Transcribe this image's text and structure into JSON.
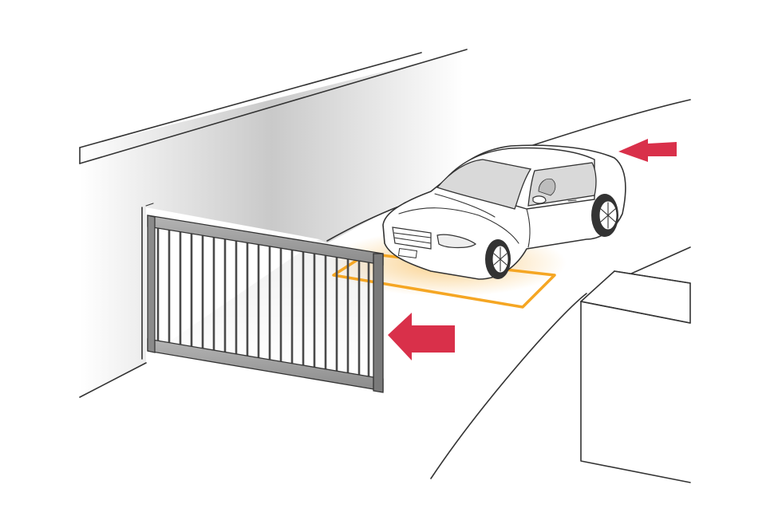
{
  "colors": {
    "background": "#ffffff",
    "outline": "#333333",
    "wall_shade": "#c9c9c9",
    "gate_frame": "#9c9c9c",
    "gate_bar": "#4a4a4a",
    "car_body": "#ffffff",
    "car_glass": "#d9d9d9",
    "detection_zone": "#f5a623",
    "arrow": "#d9304a"
  },
  "icons": {
    "gate": "sliding-gate",
    "car": "sedan-car",
    "sensor": "detection-loop",
    "arrow": "left-arrow"
  }
}
